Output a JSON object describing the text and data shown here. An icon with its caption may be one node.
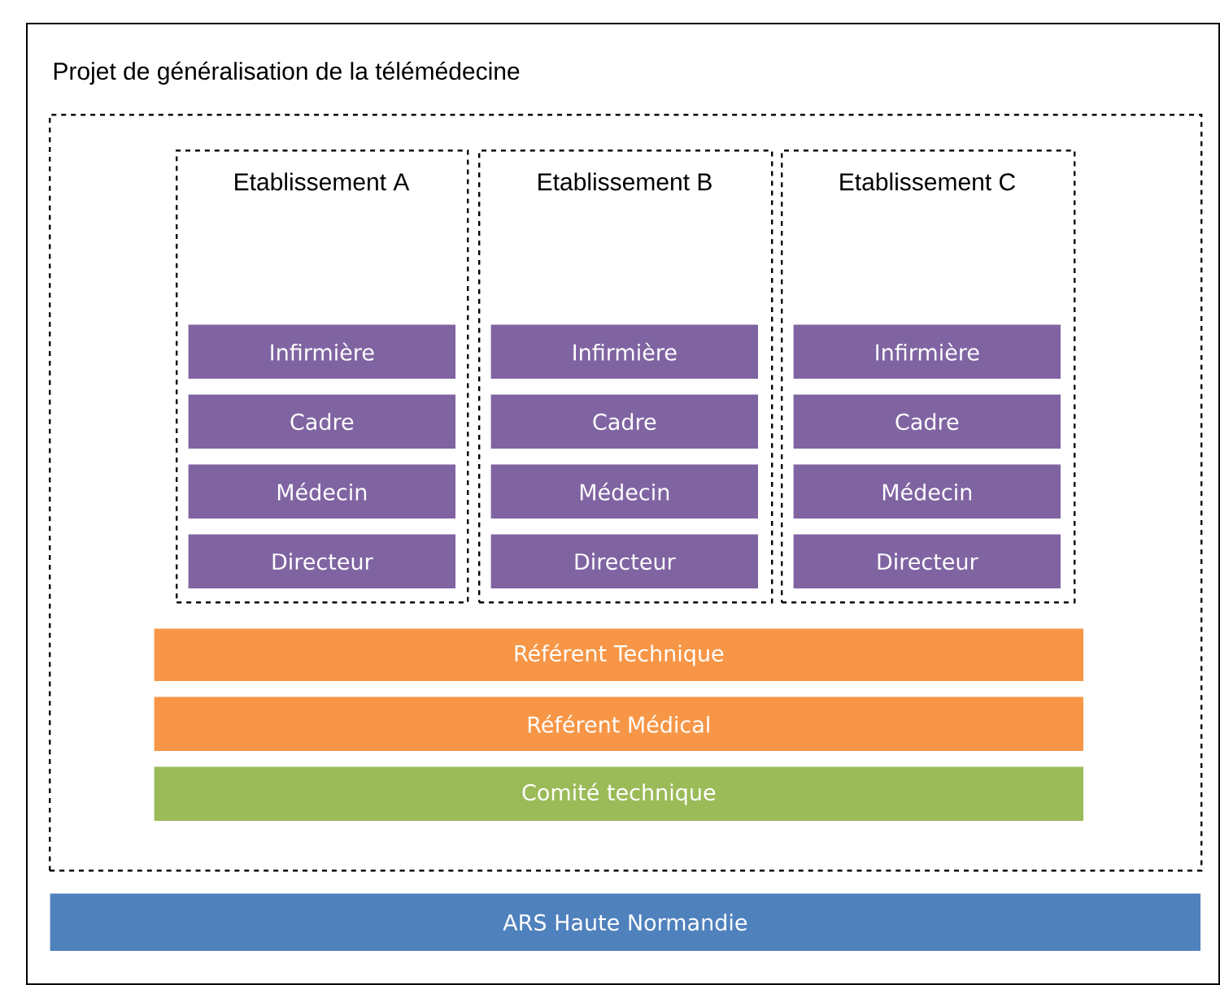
{
  "diagram": {
    "nodes": [
      {
        "text": [
          "Projet de généralisation de la télémédecine"
        ]
      },
      {
        "text": [],
        "shape": "box",
        "in": 0
      },
      {
        "text": [
          "Etablissement A"
        ],
        "in": 1
      },
      {
        "text": [
          "Infirmière"
        ],
        "in": 2
      },
      {
        "text": [
          "Cadre"
        ],
        "in": 2
      },
      {
        "text": [
          "Médecin"
        ],
        "in": 2
      },
      {
        "text": [
          "Directeur"
        ],
        "in": 2
      },
      {
        "text": [
          "Etablissement B"
        ],
        "in": 1
      },
      {
        "text": [
          "Infirmière"
        ],
        "in": 7
      },
      {
        "text": [
          "Cadre"
        ],
        "in": 7
      },
      {
        "text": [
          "Médecin"
        ],
        "in": 7
      },
      {
        "text": [
          "Directeur"
        ],
        "in": 7
      },
      {
        "text": [
          "Etablissement C"
        ],
        "in": 1
      },
      {
        "text": [
          "Infirmière"
        ],
        "in": 12
      },
      {
        "text": [
          "Cadre"
        ],
        "in": 12
      },
      {
        "text": [
          "Médecin"
        ],
        "in": 12
      },
      {
        "text": [
          "Directeur"
        ],
        "in": 12
      },
      {
        "text": [
          "Référent Technique"
        ],
        "in": 1
      },
      {
        "text": [
          "Référent Médical"
        ],
        "in": 1
      },
      {
        "text": [
          "Comité technique"
        ],
        "in": 1
      },
      {
        "text": [
          "ARS Haute Normandie"
        ],
        "in": 0
      }
    ]
  }
}
